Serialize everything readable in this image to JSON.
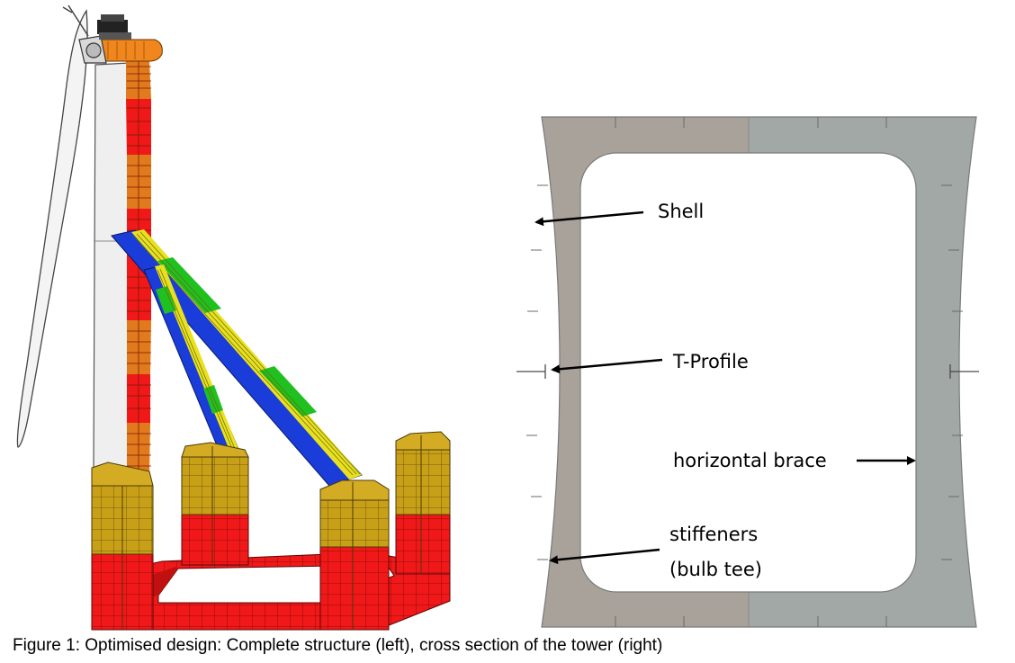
{
  "diagram": {
    "labels": {
      "shell": "Shell",
      "t_profile": "T-Profile",
      "horizontal_brace": "horizontal brace",
      "stiffeners_line1": "stiffeners",
      "stiffeners_line2": "(bulb tee)"
    },
    "colors": {
      "red": "#f01818",
      "orange": "#e07a1c",
      "gold": "#c8a018",
      "blue": "#1a3cd8",
      "green": "#20c020",
      "yellow": "#e8e020",
      "tower_white": "#f0f0f0",
      "section_left": "#a8a29b",
      "section_right": "#a2a8a6"
    }
  },
  "caption": "Figure 1: Optimised design: Complete structure (left), cross section of the tower (right)"
}
